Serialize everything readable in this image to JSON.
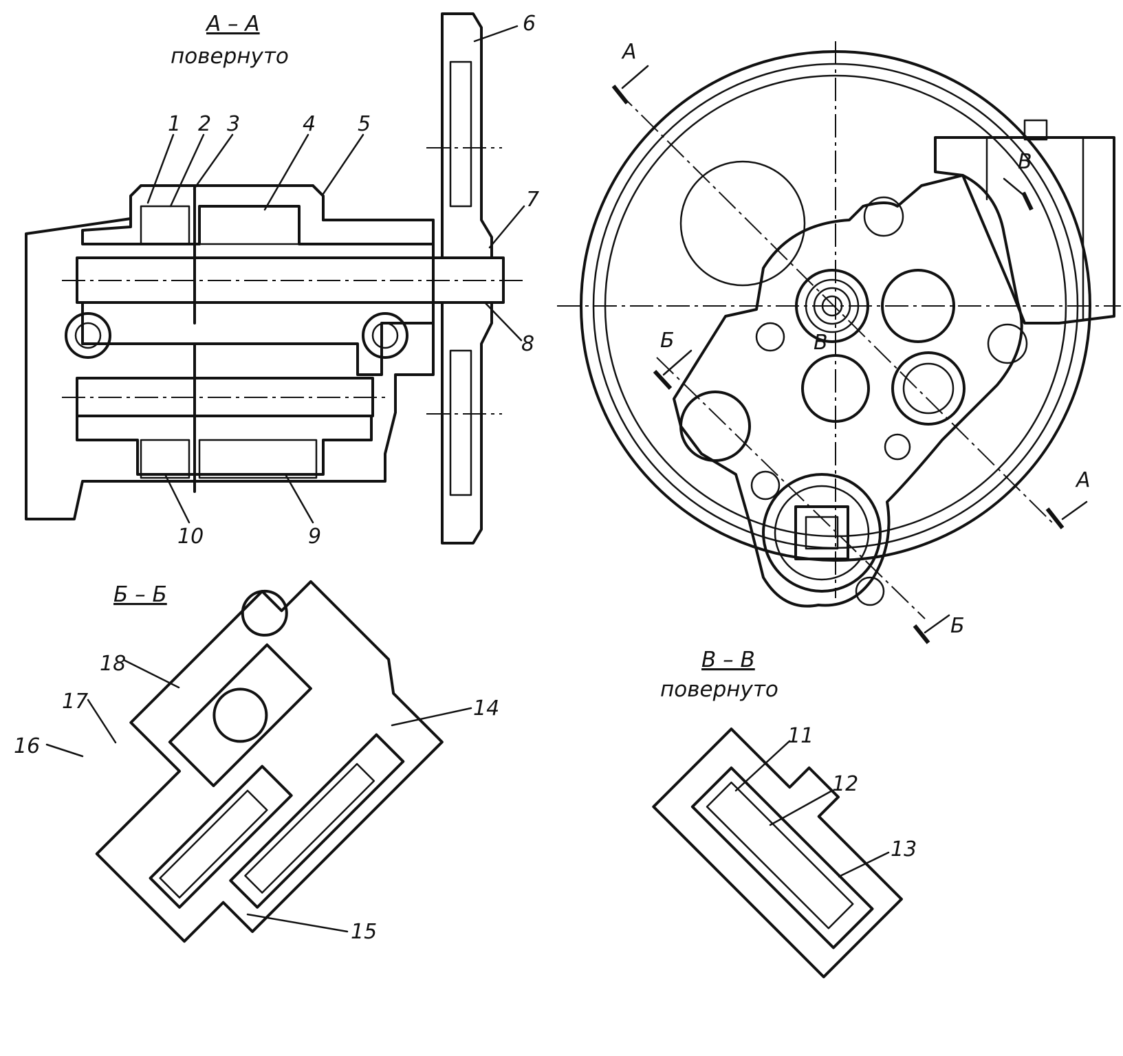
{
  "views": {
    "section_aa": {
      "title": "A – A",
      "subtitle": "повернуто"
    },
    "section_bb": {
      "title": "Б – Б"
    },
    "section_vv": {
      "title": "В – В",
      "subtitle": "повернуто"
    }
  },
  "cut_marks": [
    {
      "id": "cut-a-top",
      "letter": "А"
    },
    {
      "id": "cut-a-bottom",
      "letter": "А"
    },
    {
      "id": "cut-b-left",
      "letter": "Б"
    },
    {
      "id": "cut-b-bottom",
      "letter": "Б"
    },
    {
      "id": "cut-v-right",
      "letter": "В"
    },
    {
      "id": "cut-v-center",
      "letter": "В"
    }
  ],
  "part_labels": [
    "1",
    "2",
    "3",
    "4",
    "5",
    "6",
    "7",
    "8",
    "9",
    "10",
    "11",
    "12",
    "13",
    "14",
    "15",
    "16",
    "17",
    "18"
  ],
  "colors": {
    "ink": "#111111",
    "paper": "#ffffff"
  }
}
